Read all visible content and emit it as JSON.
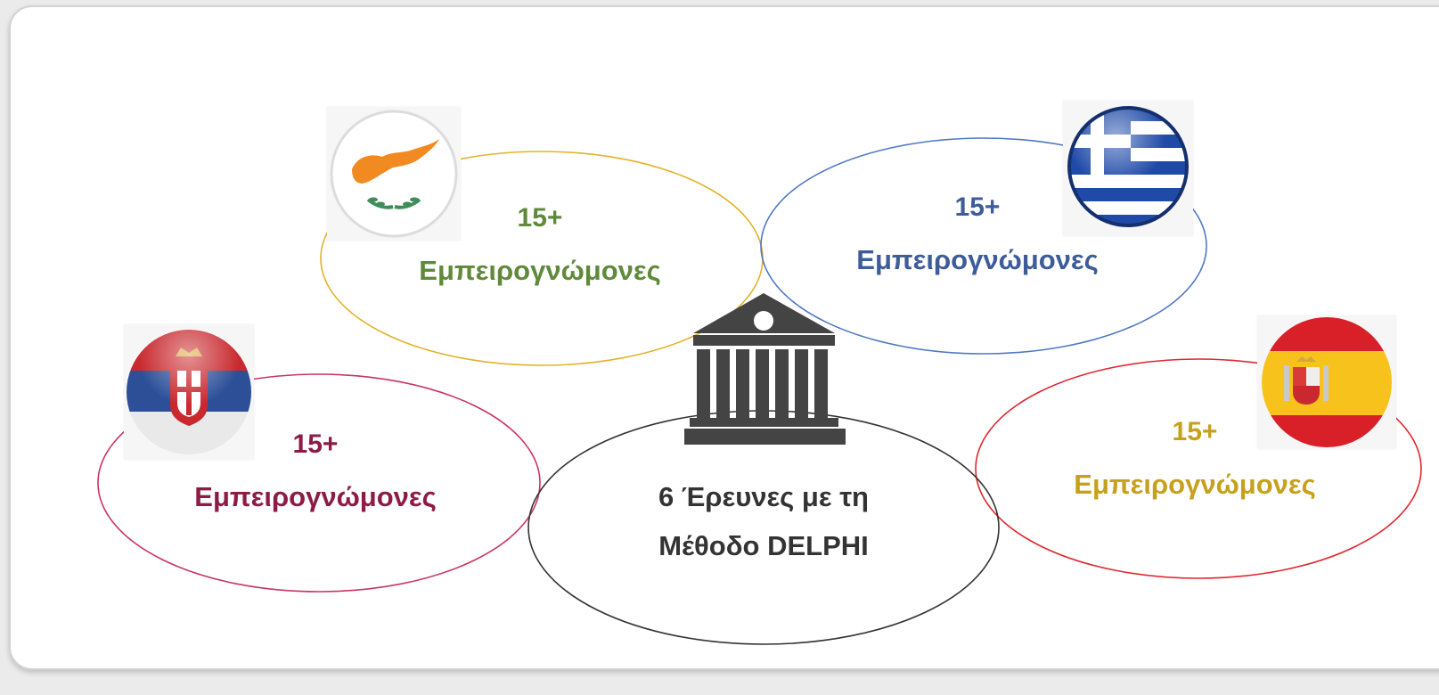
{
  "colors": {
    "cyprus": "#5f8a3a",
    "greece": "#3d5c99",
    "serbia": "#8c1c44",
    "spain": "#c7a11c",
    "center": "#333333"
  },
  "groups": {
    "cyprus": {
      "count": "15+",
      "label": "Εμπειρογνώμονες",
      "flag": "cyprus-flag-icon"
    },
    "greece": {
      "count": "15+",
      "label": "Εμπειρογνώμονες",
      "flag": "greece-flag-icon"
    },
    "serbia": {
      "count": "15+",
      "label": "Εμπειρογνώμονες",
      "flag": "serbia-flag-icon"
    },
    "spain": {
      "count": "15+",
      "label": "Εμπειρογνώμονες",
      "flag": "spain-flag-icon"
    }
  },
  "center": {
    "line1": "6 Έρευνες με τη",
    "line2": "Μέθοδο DELPHI",
    "icon": "institution-icon"
  }
}
